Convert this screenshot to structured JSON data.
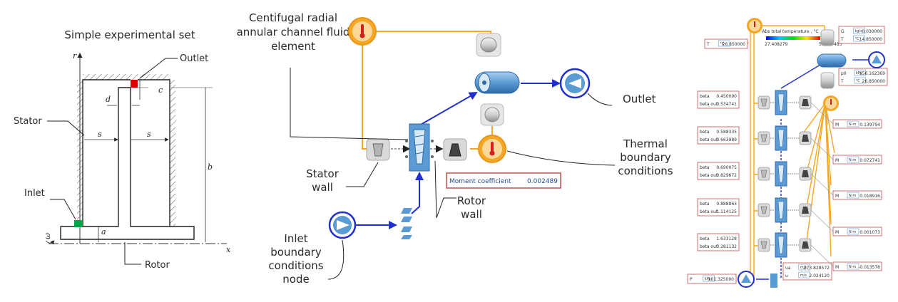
{
  "left": {
    "title": "Simple experimental set",
    "labels": {
      "outlet": "Outlet",
      "stator": "Stator",
      "inlet": "Inlet",
      "rotor": "Rotor",
      "r": "r",
      "x": "x",
      "d": "d",
      "c": "c",
      "s1": "s",
      "s2": "s",
      "b": "b",
      "a": "a",
      "omega": "ω"
    }
  },
  "middle": {
    "labels": {
      "element_title": "Centifugal radial annular channel fluid element",
      "outlet": "Outlet",
      "thermal": "Thermal boundary conditions",
      "stator_wall": "Stator wall",
      "rotor_wall": "Rotor wall",
      "inlet_node": "Inlet boundary conditions node"
    },
    "moment_box": {
      "label": "Moment coefficient",
      "value": "0.002489"
    }
  },
  "right": {
    "colorbar": {
      "title": "Abs total temperature , °C",
      "min": "27.408279",
      "max": "53.667485"
    },
    "top_left": {
      "name": "T",
      "unit": "°C",
      "value": "26.850000"
    },
    "top_right": [
      {
        "name": "G",
        "unit": "kg/s",
        "value": "0.030000"
      },
      {
        "name": "T",
        "unit": "°C",
        "value": "14.850000"
      }
    ],
    "outlet_box": [
      {
        "name": "p0",
        "unit": "kPa",
        "value": "156.162369"
      },
      {
        "name": "T",
        "unit": "°C",
        "value": "26.850000"
      }
    ],
    "beta_rows": [
      {
        "beta_label": "beta",
        "beta": "0.450090",
        "out_label": "beta out",
        "beta_out": "0.534741"
      },
      {
        "beta_label": "beta",
        "beta": "0.588335",
        "out_label": "beta out",
        "beta_out": "0.663989"
      },
      {
        "beta_label": "beta",
        "beta": "0.690075",
        "out_label": "beta out",
        "beta_out": "0.829672"
      },
      {
        "beta_label": "beta",
        "beta": "0.888863",
        "out_label": "beta out",
        "beta_out": "1.114125"
      },
      {
        "beta_label": "beta",
        "beta": "1.633128",
        "out_label": "beta out",
        "beta_out": "3.281132"
      }
    ],
    "moment_rows": [
      {
        "name": "M",
        "unit": "N·m",
        "value": "0.139794"
      },
      {
        "name": "M",
        "unit": "N·m",
        "value": "0.072741"
      },
      {
        "name": "M",
        "unit": "N·m",
        "value": "0.018916"
      },
      {
        "name": "M",
        "unit": "N·m",
        "value": "0.001073"
      },
      {
        "name": "M",
        "unit": "N·m",
        "value": "-0.013578"
      }
    ],
    "inlet_p": {
      "name": "P",
      "unit": "kPa",
      "value": "101.325000"
    },
    "inlet_flow": [
      {
        "name": "ua",
        "unit": "m/s",
        "value": "273.828572"
      },
      {
        "name": "u",
        "unit": "m/s",
        "value": "2.024120"
      }
    ]
  },
  "colors": {
    "orange": "#f5a623",
    "blue": "#1f2fcf",
    "element": "#5b9bd5",
    "red_box": "#c0504d"
  }
}
